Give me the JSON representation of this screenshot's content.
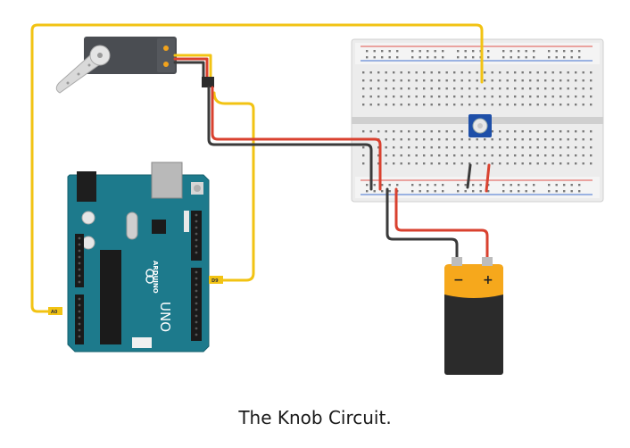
{
  "caption": "The Knob Circuit.",
  "arduino": {
    "brand_text": "ARDUINO",
    "model_text": "UNO",
    "pin_label_analog": "A0",
    "pin_label_digital": "D9"
  },
  "battery": {
    "negative_label": "−",
    "positive_label": "+"
  },
  "colors": {
    "wire_yellow": "#f2c313",
    "wire_red": "#d9412f",
    "wire_black": "#3a3a3a",
    "arduino_board": "#1d7a8c",
    "breadboard": "#efefef",
    "battery_cap": "#f6a81c",
    "battery_body": "#2b2b2b",
    "servo_body": "#4a4d52",
    "pot_body": "#1e4fa8"
  }
}
